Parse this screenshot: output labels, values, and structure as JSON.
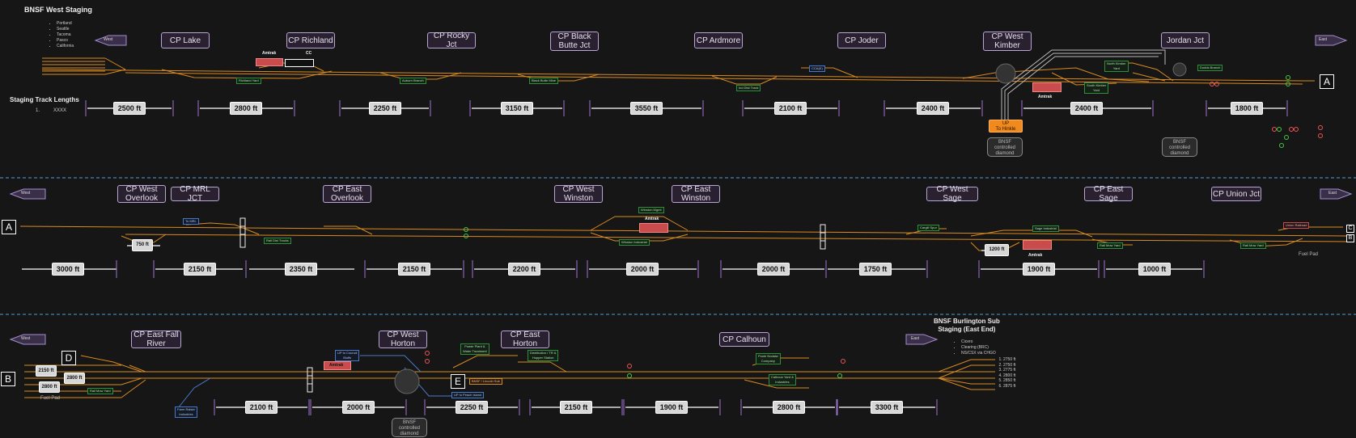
{
  "top": {
    "title": "BNSF West Staging",
    "destinations": [
      "Portland",
      "Seattle",
      "Tacoma",
      "Pasco",
      "California"
    ],
    "lengths_title": "Staging Track Lengths",
    "lengths_item": "XXXX",
    "west": "West",
    "east": "East",
    "cps": [
      "CP Lake",
      "CP Richland",
      "CP Rocky Jct",
      "CP Black\nButte Jct",
      "CP Ardmore",
      "CP Joder",
      "CP West\nKimber",
      "Jordan Jct"
    ],
    "lengths": [
      "2500 ft",
      "2800 ft",
      "2250 ft",
      "3150 ft",
      "3550 ft",
      "2100 ft",
      "2400 ft",
      "2400 ft",
      "1800 ft"
    ],
    "amtrak": "Amtrak",
    "cc": "CC",
    "up_label": "UP\nTo Hinkle",
    "diamond": "BNSF\ncontrolled\ndiamond",
    "yards": [
      "Richland Yard",
      "Auburn Branch",
      "Black Butte Mine",
      "Ind Dist Track",
      "CCA(K)",
      "North Kimber\nYard",
      "South Kimber\nYard",
      "Dodds Branch"
    ],
    "connector": "A"
  },
  "middle": {
    "west": "West",
    "east": "East",
    "cps": [
      "CP West\nOverlook",
      "CP MRL JCT",
      "CP East\nOverlook",
      "CP West\nWinston",
      "CP East\nWinston",
      "CP West Sage",
      "CP East Sage",
      "CP Union Jct"
    ],
    "lengths": [
      "3000 ft",
      "2150 ft",
      "2350 ft",
      "2150 ft",
      "2200 ft",
      "2000 ft",
      "2000 ft",
      "1750 ft",
      "1900 ft",
      "1000 ft"
    ],
    "siding_a": "750 ft",
    "siding_b": "1200 ft",
    "amtrak": "Amtrak",
    "fuel_pad": "Fuel Pad",
    "yards": [
      "To MRL",
      "Rail Dist Tracks",
      "Winston Mgmt",
      "Winston Industrial",
      "Cargill Spur",
      "Sage Industrial",
      "Rail Mow Yard",
      "Rail Mow Yard",
      "Union Railroad"
    ],
    "connectors": [
      "A",
      "C",
      "B"
    ]
  },
  "bottom": {
    "west": "West",
    "east": "East",
    "title": "BNSF Burlington Sub\nStaging (East End)",
    "dest": [
      "Cicero",
      "Clearing (BRC)",
      "NS/CSX via CHGO"
    ],
    "tracks": [
      "2750 ft",
      "2750 ft",
      "2775 ft",
      "2800 ft",
      "2850 ft",
      "2875 ft"
    ],
    "cps": [
      "CP East Fall\nRiver",
      "CP West\nHorton",
      "CP East\nHorton",
      "CP Calhoun"
    ],
    "lengths": [
      "2100 ft",
      "2000 ft",
      "2250 ft",
      "2150 ft",
      "1900 ft",
      "2800 ft",
      "3300 ft"
    ],
    "staging": [
      "2150 ft",
      "2800 ft",
      "2800 ft"
    ],
    "fuel_pad": "Fuel Pad",
    "amtrak": "Amtrak",
    "diamond": "BNSF\ncontrolled\ndiamond",
    "yards": [
      "Rail Mow Yard",
      "Farm Raiser\nIndustries",
      "UP to Council\nBluffs",
      "Power Plant &\nWater Treatment",
      "Distribution / TR &\nHopper Station",
      "BNSF / Lincoln Sub",
      "UP to Peach Island",
      "Poule Nodaiw\nCompany",
      "Calhoun Yard &\nIndustries"
    ],
    "connectors": [
      "B",
      "D",
      "E"
    ]
  },
  "colors": {
    "track": "#d98a1e",
    "bg": "#161616",
    "cp_border": "#b9a6d6",
    "divider": "#4fa3d6"
  }
}
